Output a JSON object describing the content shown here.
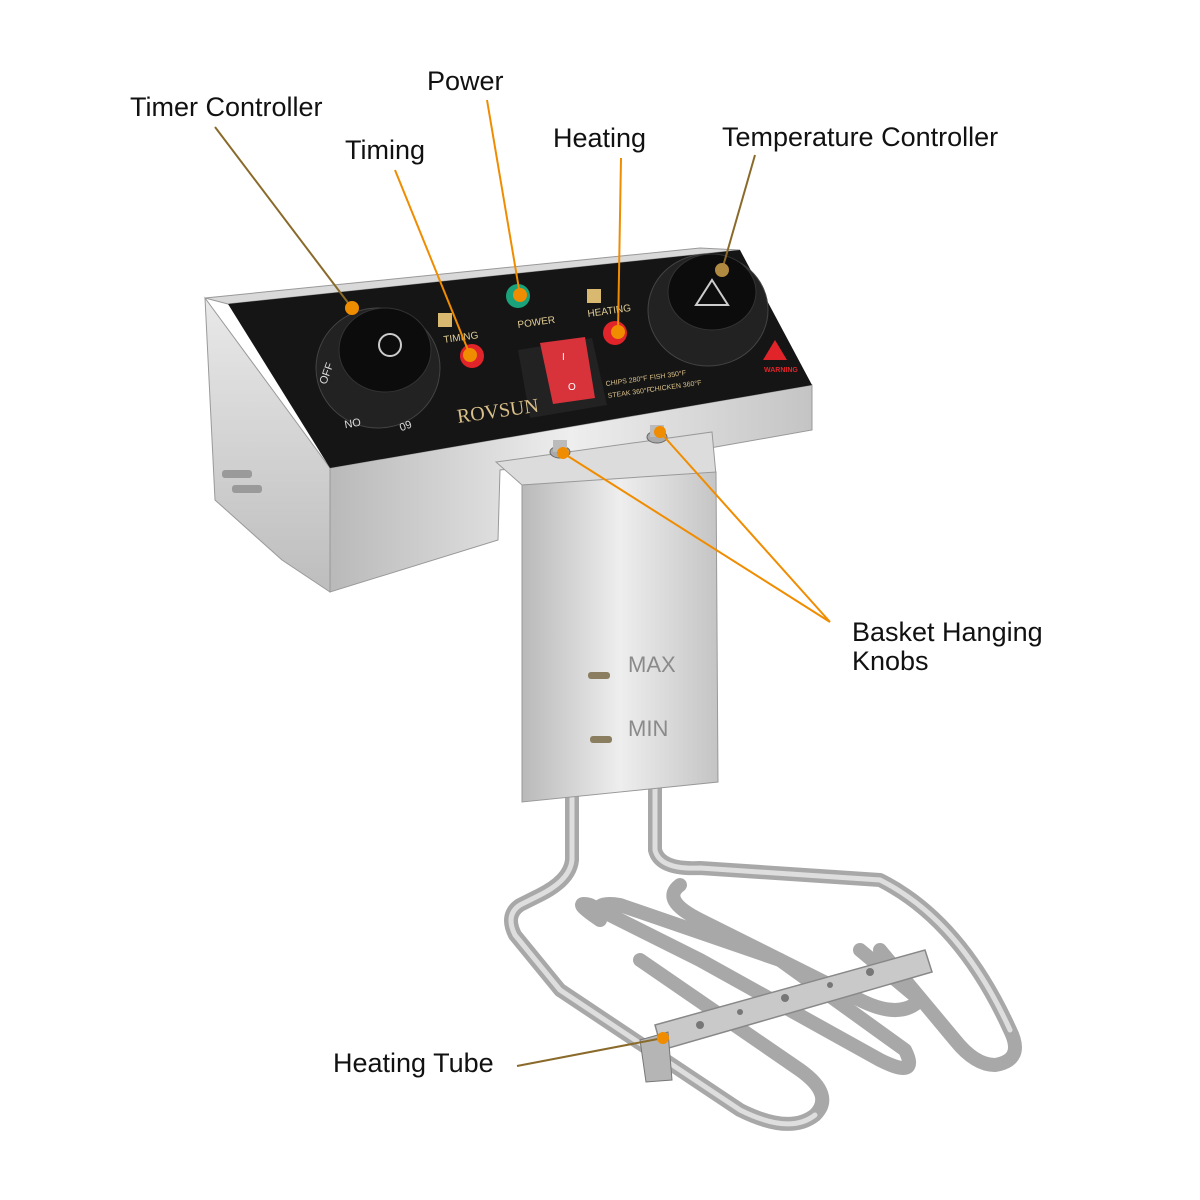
{
  "callouts": {
    "timer_controller": "Timer Controller",
    "timing": "Timing",
    "power": "Power",
    "heating": "Heating",
    "temperature_controller": "Temperature Controller",
    "basket_hanging_knobs_line1": "Basket Hanging",
    "basket_hanging_knobs_line2": "Knobs",
    "heating_tube": "Heating Tube"
  },
  "panel": {
    "brand": "ROVSUN",
    "timing_label": "TIMING",
    "power_label": "POWER",
    "heating_label": "HEATING",
    "timer_marks": [
      "OFF",
      "ON",
      "60"
    ],
    "presets": [
      "CHIPS 280°F",
      "FISH 350°F",
      "STEAK 360°F",
      "CHICKEN 360°F"
    ],
    "warning": "WARNING",
    "switch_on": "I",
    "switch_off": "O"
  },
  "plate": {
    "max_label": "MAX",
    "min_label": "MIN"
  },
  "colors": {
    "leader_orange": "#f08c00",
    "leader_brown": "#8a6a2a",
    "panel_black": "#151515",
    "steel": "#d4d4d4",
    "power_light": "#1aa37a",
    "heating_light": "#e0242a",
    "switch": "#d8333a",
    "brand_gold": "#d9c08a"
  }
}
